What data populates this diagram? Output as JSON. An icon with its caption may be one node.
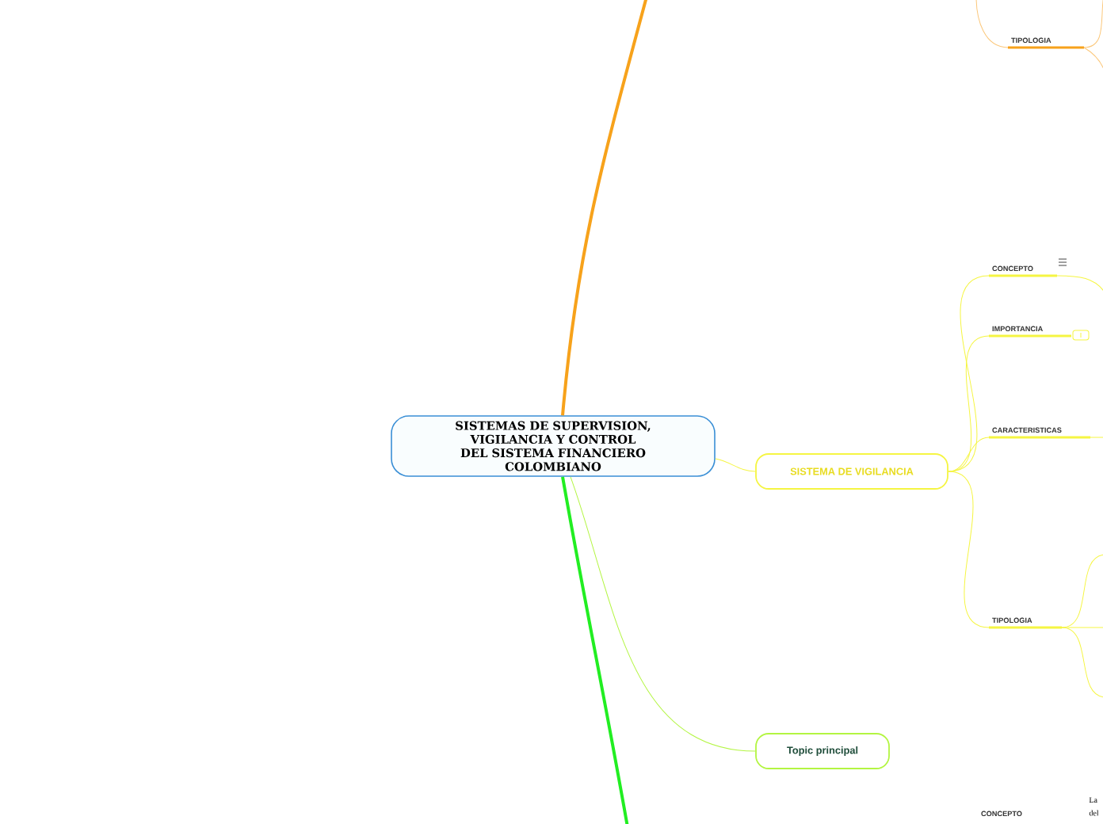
{
  "diagram": {
    "nodes": [
      {
        "text": [
          "SISTEMAS DE SUPERVISION, VIGILANCIA Y CONTROL DEL SISTEMA FINANCIERO COLOMBIANO"
        ]
      },
      {
        "text": [
          "SISTEMA DE VIGILANCIA"
        ]
      },
      {
        "text": [
          "Topic principal"
        ]
      },
      {
        "text": [
          "TIPOLOGIA"
        ]
      },
      {
        "text": [
          "CONCEPTO"
        ]
      },
      {
        "text": [
          "IMPORTANCIA"
        ]
      },
      {
        "text": [
          "CARACTERISTICAS"
        ]
      },
      {
        "text": [
          "TIPOLOGIA"
        ]
      },
      {
        "text": [
          "CONCEPTO"
        ]
      }
    ],
    "edges": [
      {
        "from": 0,
        "to": null,
        "arrow": "none",
        "style": "thick",
        "color": "#f7a21b"
      },
      {
        "from": 0,
        "to": 1,
        "arrow": "none",
        "color": "#f5f542"
      },
      {
        "from": 0,
        "to": 2,
        "arrow": "none",
        "color": "#b3f542"
      },
      {
        "from": 0,
        "to": null,
        "arrow": "none",
        "style": "thick",
        "color": "#22ee22"
      },
      {
        "from": null,
        "to": 3,
        "arrow": "none",
        "color": "#fbc77a"
      },
      {
        "from": 3,
        "to": null,
        "arrow": "none",
        "color": "#fbc77a"
      },
      {
        "from": 3,
        "to": null,
        "arrow": "none",
        "color": "#fbc77a"
      },
      {
        "from": 1,
        "to": 4,
        "arrow": "none",
        "color": "#f5f542"
      },
      {
        "from": 1,
        "to": 5,
        "arrow": "none",
        "color": "#f5f542"
      },
      {
        "from": 1,
        "to": 6,
        "arrow": "none",
        "color": "#f5f542"
      },
      {
        "from": 1,
        "to": 7,
        "arrow": "none",
        "color": "#f5f542"
      },
      {
        "from": 4,
        "to": null,
        "arrow": "none",
        "color": "#f5f542"
      },
      {
        "from": 6,
        "to": null,
        "arrow": "none",
        "color": "#f5f542"
      },
      {
        "from": 7,
        "to": null,
        "arrow": "none",
        "color": "#f5f542"
      },
      {
        "from": 7,
        "to": null,
        "arrow": "none",
        "color": "#f5f542"
      },
      {
        "from": 7,
        "to": null,
        "arrow": "none",
        "color": "#f5f542"
      }
    ],
    "labels": [
      "La",
      "del"
    ]
  }
}
